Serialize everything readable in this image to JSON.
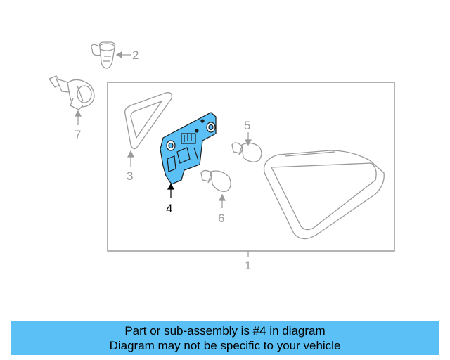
{
  "diagram": {
    "highlight_color": "#5bc0f5",
    "line_color": "#9a9a9a",
    "callouts": {
      "c1": "1",
      "c2": "2",
      "c3": "3",
      "c4": "4",
      "c5": "5",
      "c6": "6",
      "c7": "7"
    },
    "highlighted_part": "4"
  },
  "banner": {
    "line1": "Part or sub-assembly is #4 in diagram",
    "line2": "Diagram may not be specific to your vehicle",
    "background": "#5bc0f5"
  }
}
